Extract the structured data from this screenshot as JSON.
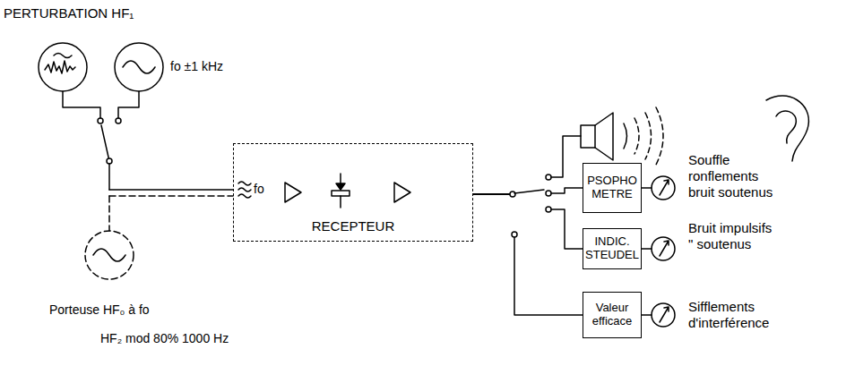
{
  "diagram": {
    "nodes": [
      {
        "text": [
          "RECEPTEUR"
        ]
      },
      {
        "text": [
          "PSOPHO METRE"
        ]
      },
      {
        "text": [
          "INDIC. STEUDEL"
        ]
      },
      {
        "text": [
          "Valeur efficace"
        ]
      }
    ],
    "edges": [
      {
        "from": 0,
        "to": 1,
        "arrow": "none"
      },
      {
        "from": 0,
        "to": 2,
        "arrow": "none"
      },
      {
        "from": 0,
        "to": 3,
        "arrow": "none"
      }
    ],
    "labels": [
      "PERTURBATION HF₁",
      "fo ±1 kHz",
      "Porteuse HF₀ à fo",
      "HF₂ mod 80% 1000 Hz",
      "fo",
      "Souffle ronflements bruit soutenus",
      "Bruit impulsifs \" soutenus",
      "Sifflements d'interférence"
    ]
  }
}
